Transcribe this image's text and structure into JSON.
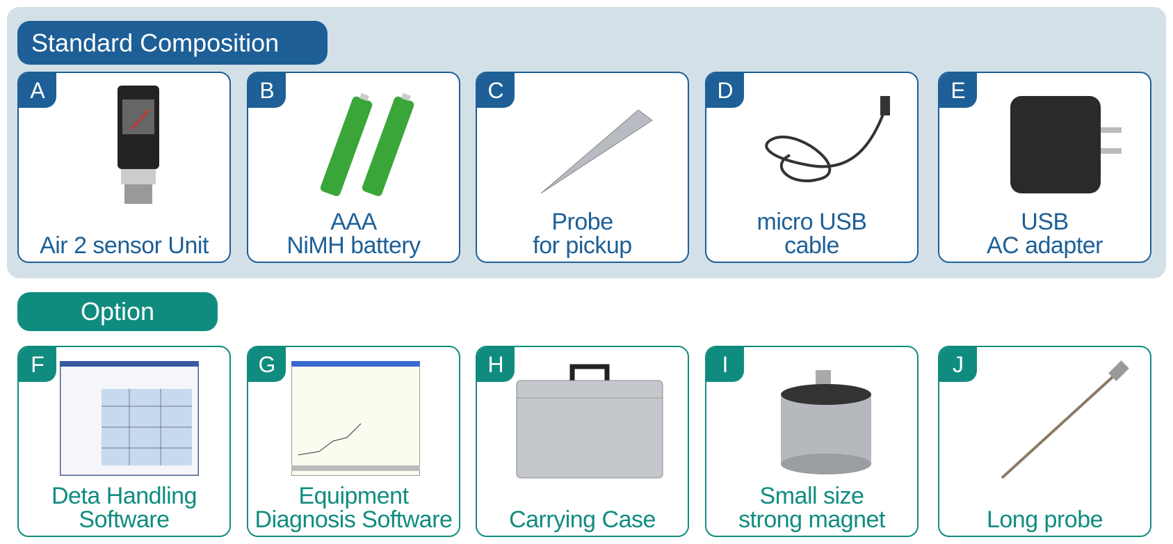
{
  "standard": {
    "title": "Standard Composition",
    "items": [
      {
        "letter": "A",
        "line1": "",
        "line2": "Air 2 sensor Unit",
        "icon": "sensor-unit"
      },
      {
        "letter": "B",
        "line1": "AAA",
        "line2": "NiMH battery",
        "icon": "battery"
      },
      {
        "letter": "C",
        "line1": "Probe",
        "line2": "for pickup",
        "icon": "probe"
      },
      {
        "letter": "D",
        "line1": "micro USB",
        "line2": "cable",
        "icon": "usb-cable"
      },
      {
        "letter": "E",
        "line1": "USB",
        "line2": "AC adapter",
        "icon": "ac-adapter"
      }
    ]
  },
  "option": {
    "title": "Option",
    "items": [
      {
        "letter": "F",
        "line1": "Deta Handling",
        "line2": "Software",
        "icon": "software-screenshot"
      },
      {
        "letter": "G",
        "line1": "Equipment",
        "line2": "Diagnosis Software",
        "icon": "software-screenshot"
      },
      {
        "letter": "H",
        "line1": "",
        "line2": "Carrying Case",
        "icon": "case"
      },
      {
        "letter": "I",
        "line1": "Small size",
        "line2": "strong magnet",
        "icon": "magnet"
      },
      {
        "letter": "J",
        "line1": "",
        "line2": "Long probe",
        "icon": "long-probe"
      }
    ]
  },
  "battery_label": "AAA"
}
